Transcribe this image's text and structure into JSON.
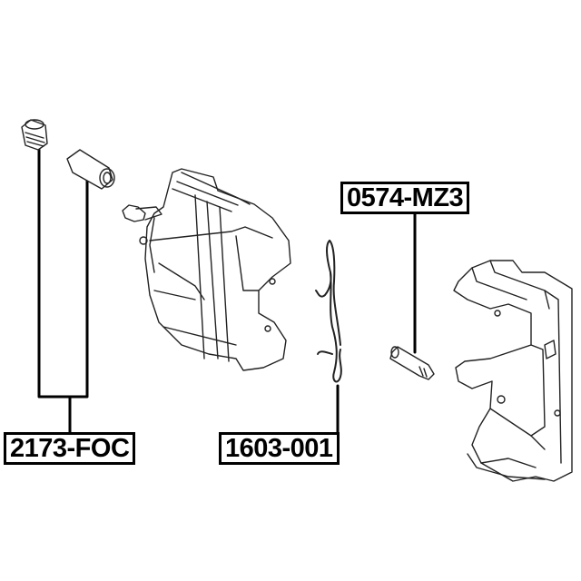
{
  "parts": [
    {
      "part_number": "0574-MZ3",
      "component": "guide-pin"
    },
    {
      "part_number": "2173-FOC",
      "component": "bushing-and-sleeve"
    },
    {
      "part_number": "1603-001",
      "component": "anti-rattle-spring"
    }
  ]
}
